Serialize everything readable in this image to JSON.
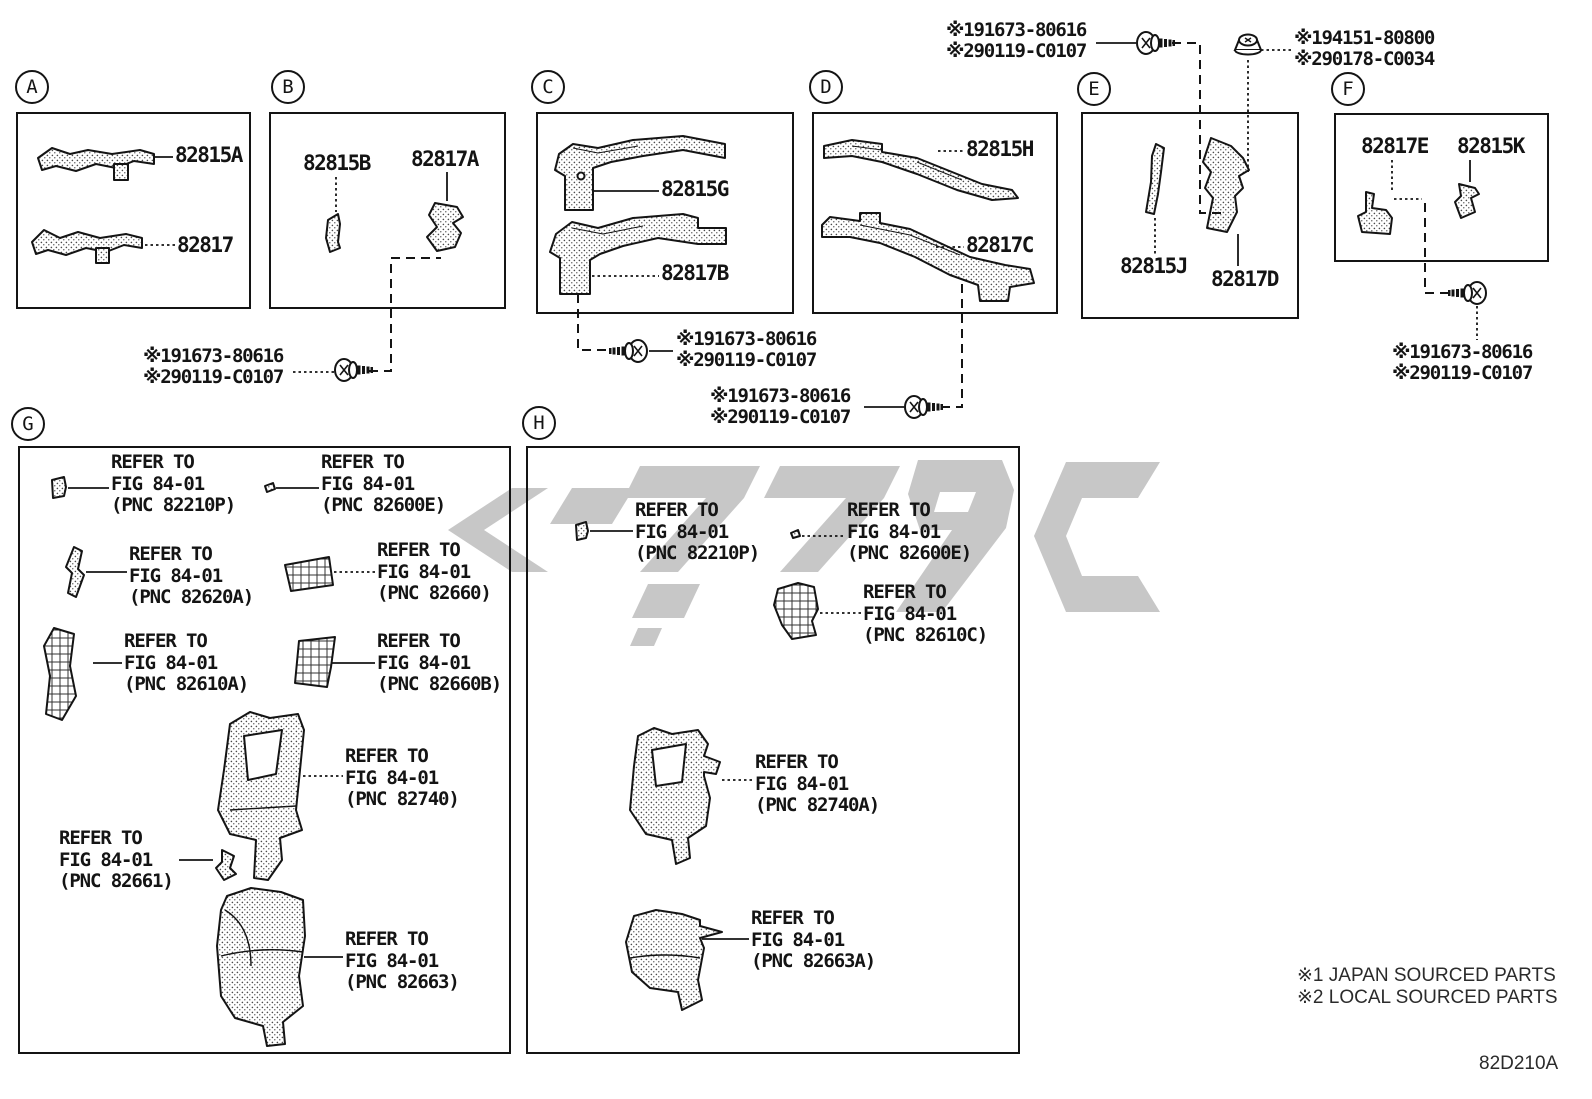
{
  "diagram": {
    "code": "82D210A",
    "notes": [
      "※1 JAPAN SOURCED PARTS",
      "※2 LOCAL SOURCED PARTS"
    ]
  },
  "sections": {
    "A": {
      "letter": "A",
      "parts": [
        {
          "number": "82815A"
        },
        {
          "number": "82817"
        }
      ]
    },
    "B": {
      "letter": "B",
      "parts": [
        {
          "number": "82815B"
        },
        {
          "number": "82817A"
        }
      ]
    },
    "C": {
      "letter": "C",
      "parts": [
        {
          "number": "82815G"
        },
        {
          "number": "82817B"
        }
      ]
    },
    "D": {
      "letter": "D",
      "parts": [
        {
          "number": "82815H"
        },
        {
          "number": "82817C"
        }
      ]
    },
    "E": {
      "letter": "E",
      "parts": [
        {
          "number": "82815J"
        },
        {
          "number": "82817D"
        }
      ]
    },
    "F": {
      "letter": "F",
      "parts": [
        {
          "number": "82817E"
        },
        {
          "number": "82815K"
        }
      ]
    },
    "G": {
      "letter": "G",
      "refs": [
        {
          "l1": "REFER TO",
          "l2": "FIG 84-01",
          "l3": "(PNC 82210P)"
        },
        {
          "l1": "REFER TO",
          "l2": "FIG 84-01",
          "l3": "(PNC 82600E)"
        },
        {
          "l1": "REFER TO",
          "l2": "FIG 84-01",
          "l3": "(PNC 82620A)"
        },
        {
          "l1": "REFER TO",
          "l2": "FIG 84-01",
          "l3": "(PNC 82660)"
        },
        {
          "l1": "REFER TO",
          "l2": "FIG 84-01",
          "l3": "(PNC 82610A)"
        },
        {
          "l1": "REFER TO",
          "l2": "FIG 84-01",
          "l3": "(PNC 82660B)"
        },
        {
          "l1": "REFER TO",
          "l2": "FIG 84-01",
          "l3": "(PNC 82740)"
        },
        {
          "l1": "REFER TO",
          "l2": "FIG 84-01",
          "l3": "(PNC 82661)"
        },
        {
          "l1": "REFER TO",
          "l2": "FIG 84-01",
          "l3": "(PNC 82663)"
        }
      ]
    },
    "H": {
      "letter": "H",
      "refs": [
        {
          "l1": "REFER TO",
          "l2": "FIG 84-01",
          "l3": "(PNC 82210P)"
        },
        {
          "l1": "REFER TO",
          "l2": "FIG 84-01",
          "l3": "(PNC 82600E)"
        },
        {
          "l1": "REFER TO",
          "l2": "FIG 84-01",
          "l3": "(PNC 82610C)"
        },
        {
          "l1": "REFER TO",
          "l2": "FIG 84-01",
          "l3": "(PNC 82740A)"
        },
        {
          "l1": "REFER TO",
          "l2": "FIG 84-01",
          "l3": "(PNC 82663A)"
        }
      ]
    }
  },
  "fasteners": {
    "screw_top": {
      "lines": [
        "※191673-80616",
        "※290119-C0107"
      ]
    },
    "grommet_top": {
      "lines": [
        "※194151-80800",
        "※290178-C0034"
      ]
    },
    "screw_ab": {
      "lines": [
        "※191673-80616",
        "※290119-C0107"
      ]
    },
    "screw_c": {
      "lines": [
        "※191673-80616",
        "※290119-C0107"
      ]
    },
    "screw_d": {
      "lines": [
        "※191673-80616",
        "※290119-C0107"
      ]
    },
    "screw_f": {
      "lines": [
        "※191673-80616",
        "※290119-C0107"
      ]
    }
  },
  "colors": {
    "line": "#141414",
    "watermark": "#c7c7c7"
  }
}
